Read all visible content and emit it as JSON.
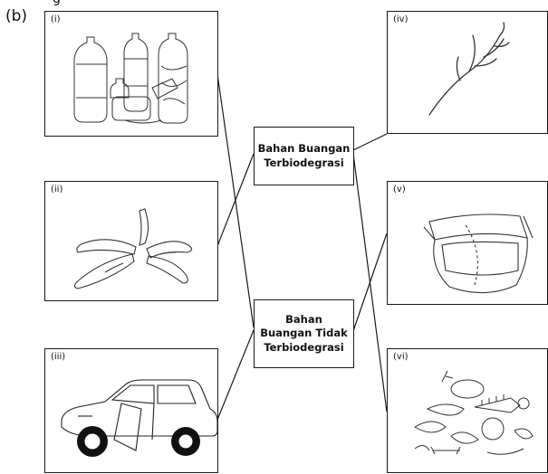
{
  "part_label": "(b)",
  "cut_heading_fragment": "g",
  "items": [
    {
      "id": "i",
      "label": "(i)",
      "picture": "plastic-bottles"
    },
    {
      "id": "ii",
      "label": "(ii)",
      "picture": "banana-peel"
    },
    {
      "id": "iii",
      "label": "(iii)",
      "picture": "car"
    },
    {
      "id": "iv",
      "label": "(iv)",
      "picture": "tree-branch"
    },
    {
      "id": "v",
      "label": "(v)",
      "picture": "diaper"
    },
    {
      "id": "vi",
      "label": "(vi)",
      "picture": "food-scraps"
    }
  ],
  "categories": [
    {
      "id": "bio",
      "lines": [
        "Bahan Buangan",
        "Terbiodegrasi"
      ]
    },
    {
      "id": "nonbio",
      "lines": [
        "Bahan",
        "Buangan Tidak",
        "Terbiodegrasi"
      ]
    }
  ],
  "connections": [
    {
      "item": "i",
      "category": "nonbio"
    },
    {
      "item": "ii",
      "category": "bio"
    },
    {
      "item": "iii",
      "category": "nonbio"
    },
    {
      "item": "iv",
      "category": "bio"
    },
    {
      "item": "v",
      "category": "nonbio"
    },
    {
      "item": "vi",
      "category": "bio"
    }
  ],
  "colors": {
    "ink": "#1a1a1a",
    "tire": "#111111"
  }
}
